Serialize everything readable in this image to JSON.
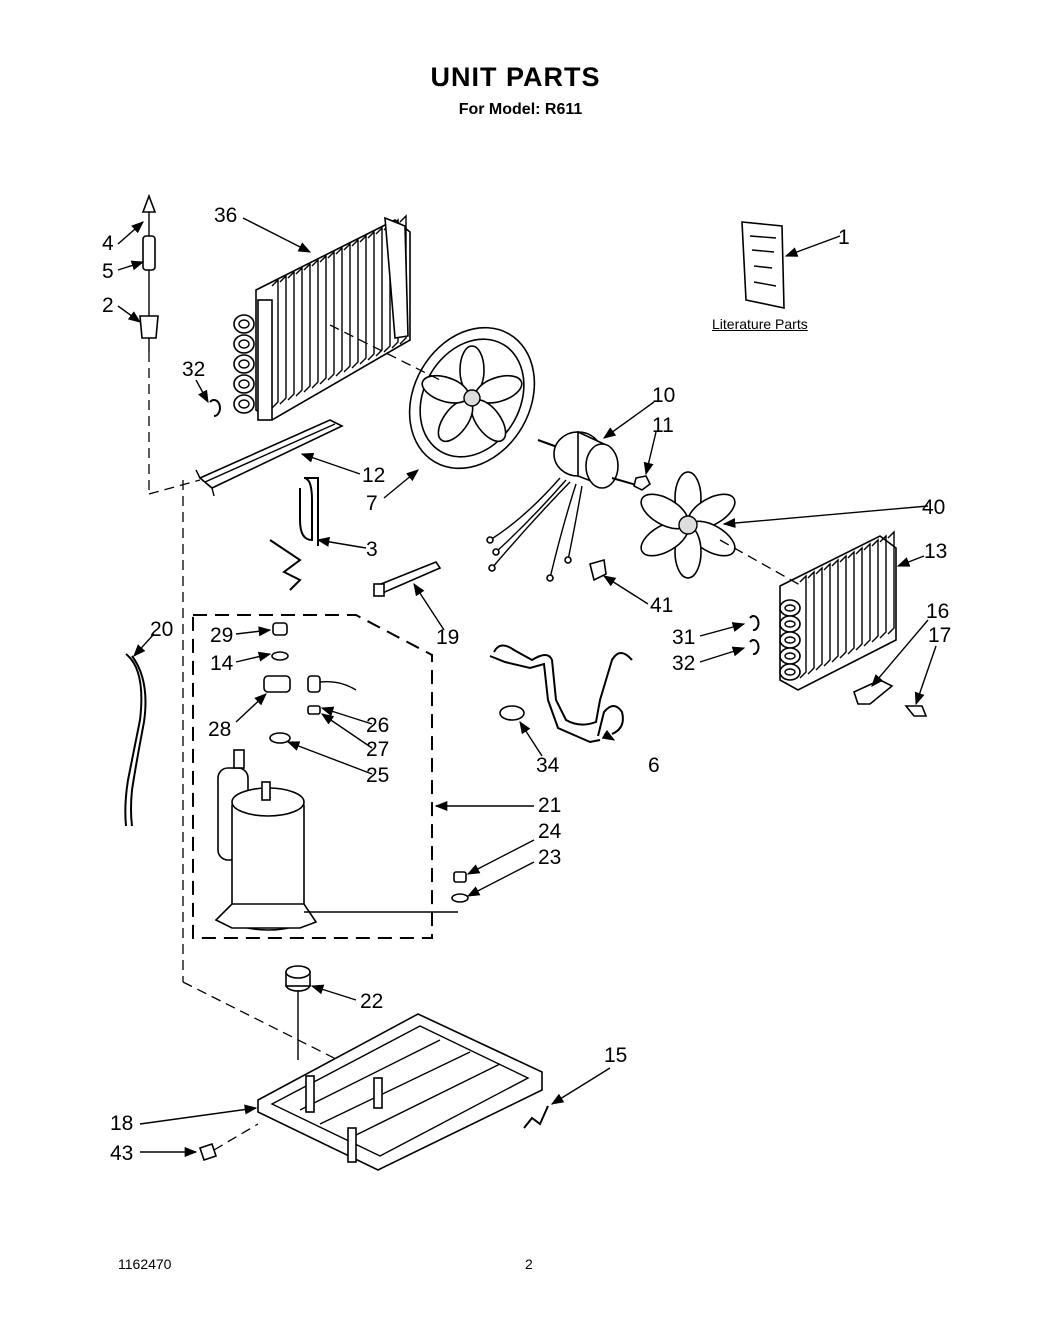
{
  "title": "UNIT PARTS",
  "subtitle": "For Model: R611",
  "literature_label": "Literature Parts",
  "doc_number": "1162470",
  "page_number": "2",
  "callouts": [
    "1",
    "2",
    "3",
    "4",
    "5",
    "6",
    "7",
    "10",
    "11",
    "12",
    "13",
    "14",
    "15",
    "16",
    "17",
    "18",
    "19",
    "20",
    "21",
    "22",
    "23",
    "24",
    "25",
    "26",
    "27",
    "28",
    "29",
    "31",
    "32",
    "32",
    "34",
    "36",
    "40",
    "41",
    "43"
  ]
}
